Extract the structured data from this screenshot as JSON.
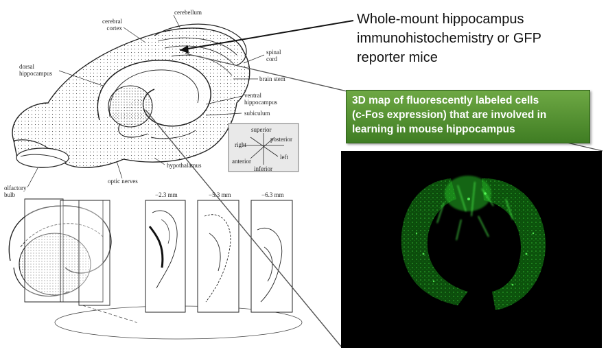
{
  "diagram": {
    "brain_labels": {
      "cerebral_cortex": "cerebral\ncortex",
      "cerebellum": "cerebellum",
      "dorsal_hippocampus": "dorsal\nhippocampus",
      "spinal_cord": "spinal\ncord",
      "brain_stem": "brain stem",
      "ventral_hippocampus": "ventral\nhippocampus",
      "subiculum": "subiculum",
      "hypothalamus": "hypothalamus",
      "olfactory_bulb": "olfactory\nbulb",
      "optic_nerves": "optic nerves"
    },
    "orientation": {
      "superior": "superior",
      "posterior": "posterior",
      "right": "right",
      "left": "left",
      "anterior": "anterior",
      "inferior": "inferior"
    },
    "section_depths": [
      "−2.3 mm",
      "−5.3 mm",
      "−6.3 mm"
    ],
    "title_lines": [
      "Whole-mount hippocampus",
      "immunohistochemistry or GFP",
      "reporter mice"
    ],
    "green_box_lines": [
      "3D map of fluorescently labeled cells",
      "(c-Fos expression) that are involved in",
      "learning in mouse hippocampus"
    ],
    "colors": {
      "box_green": "#4f8f2f",
      "fluor_green": "#2fd12f",
      "panel_bg": "#000000"
    }
  }
}
